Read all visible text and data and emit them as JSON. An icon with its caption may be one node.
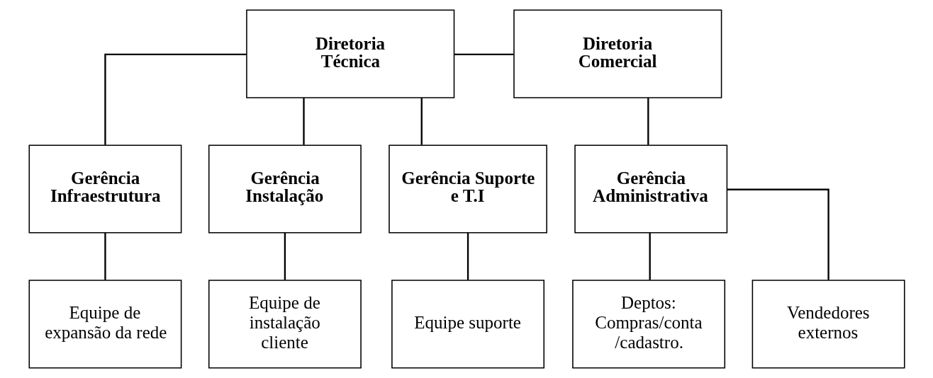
{
  "diagram": {
    "nodes": [
      {
        "text": [
          "Diretoria Técnica"
        ]
      },
      {
        "text": [
          "Diretoria Comercial"
        ]
      },
      {
        "text": [
          "Gerência Infraestrutura"
        ]
      },
      {
        "text": [
          "Gerência Instalação"
        ]
      },
      {
        "text": [
          "Gerência Suporte e T.I"
        ]
      },
      {
        "text": [
          "Gerência Administrativa"
        ]
      },
      {
        "text": [
          "Equipe de expansão da rede"
        ]
      },
      {
        "text": [
          "Equipe de instalação cliente"
        ]
      },
      {
        "text": [
          "Equipe suporte"
        ]
      },
      {
        "text": [
          "Deptos: Compras/conta /cadastro."
        ]
      },
      {
        "text": [
          "Vendedores externos"
        ]
      }
    ],
    "edges": [
      {
        "from": 0,
        "to": 1,
        "arrow": "none"
      },
      {
        "from": 0,
        "to": 2,
        "arrow": "none"
      },
      {
        "from": 0,
        "to": 3,
        "arrow": "none"
      },
      {
        "from": 0,
        "to": 4,
        "arrow": "none"
      },
      {
        "from": 1,
        "to": 5,
        "arrow": "none"
      },
      {
        "from": 2,
        "to": 6,
        "arrow": "none"
      },
      {
        "from": 3,
        "to": 7,
        "arrow": "none"
      },
      {
        "from": 4,
        "to": 8,
        "arrow": "none"
      },
      {
        "from": 5,
        "to": 9,
        "arrow": "none"
      },
      {
        "from": 5,
        "to": 10,
        "arrow": "none"
      }
    ]
  }
}
